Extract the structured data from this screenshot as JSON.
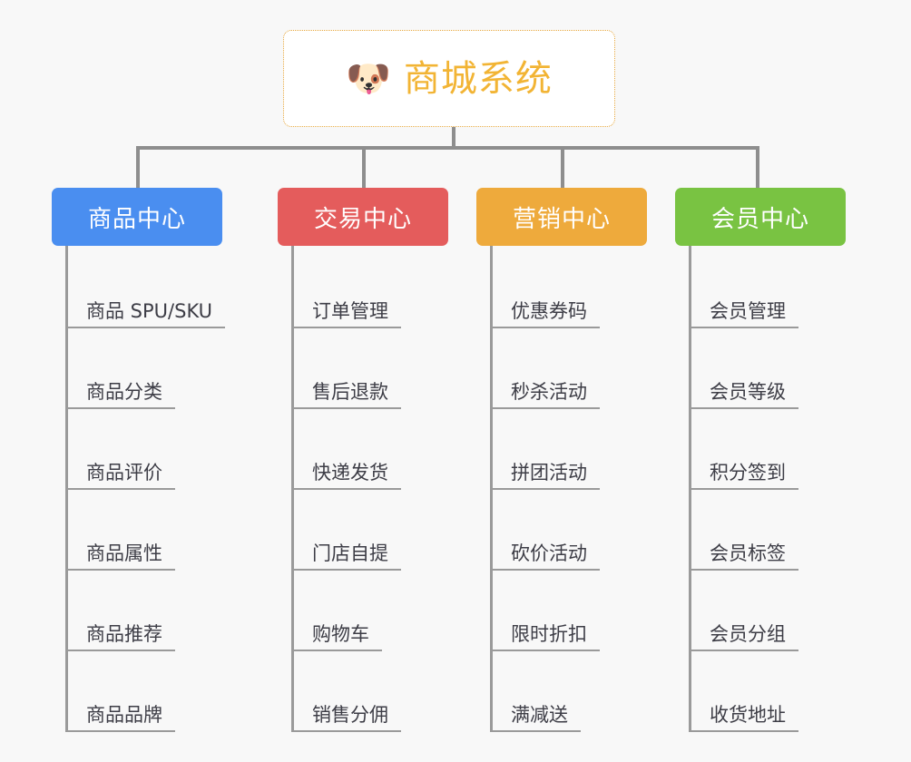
{
  "diagram": {
    "title": "商城系统",
    "background_color": "#f8f8f8",
    "connector_color": "#8e8e8e"
  },
  "root": {
    "label": "商城系统",
    "icon": "dog-face-emoji",
    "icon_glyph": "🐶",
    "text_color": "#f2b434",
    "border_color": "#e7a83f",
    "background_color": "#ffffff"
  },
  "columns": [
    {
      "header": "商品中心",
      "color": "#4a8ef0",
      "items": [
        "商品 SPU/SKU",
        "商品分类",
        "商品评价",
        "商品属性",
        "商品推荐",
        "商品品牌"
      ]
    },
    {
      "header": "交易中心",
      "color": "#e45c5c",
      "items": [
        "订单管理",
        "售后退款",
        "快递发货",
        "门店自提",
        "购物车",
        "销售分佣"
      ]
    },
    {
      "header": "营销中心",
      "color": "#eeaa3c",
      "items": [
        "优惠券码",
        "秒杀活动",
        "拼团活动",
        "砍价活动",
        "限时折扣",
        "满减送"
      ]
    },
    {
      "header": "会员中心",
      "color": "#79c342",
      "items": [
        "会员管理",
        "会员等级",
        "积分签到",
        "会员标签",
        "会员分组",
        "收货地址"
      ]
    }
  ]
}
